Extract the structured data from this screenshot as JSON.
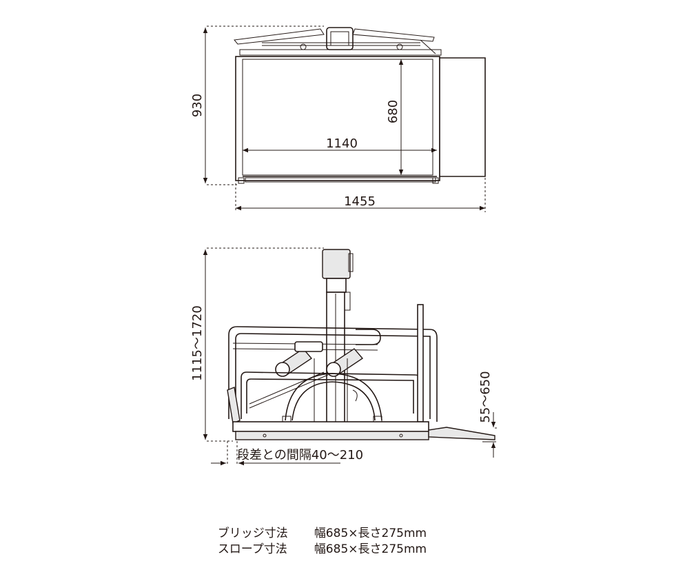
{
  "top_view": {
    "dim_height_total": "930",
    "dim_inner_height": "680",
    "dim_inner_width": "1140",
    "dim_total_width": "1455"
  },
  "side_view": {
    "dim_height_range": "1115〜1720",
    "dim_platform_height_range": "55〜650",
    "dim_gap_label": "段差との間隔40〜210"
  },
  "specs": [
    {
      "label": "ブリッジ寸法",
      "value": "幅685×長さ275mm"
    },
    {
      "label": "スロープ寸法",
      "value": "幅685×長さ275mm"
    }
  ]
}
